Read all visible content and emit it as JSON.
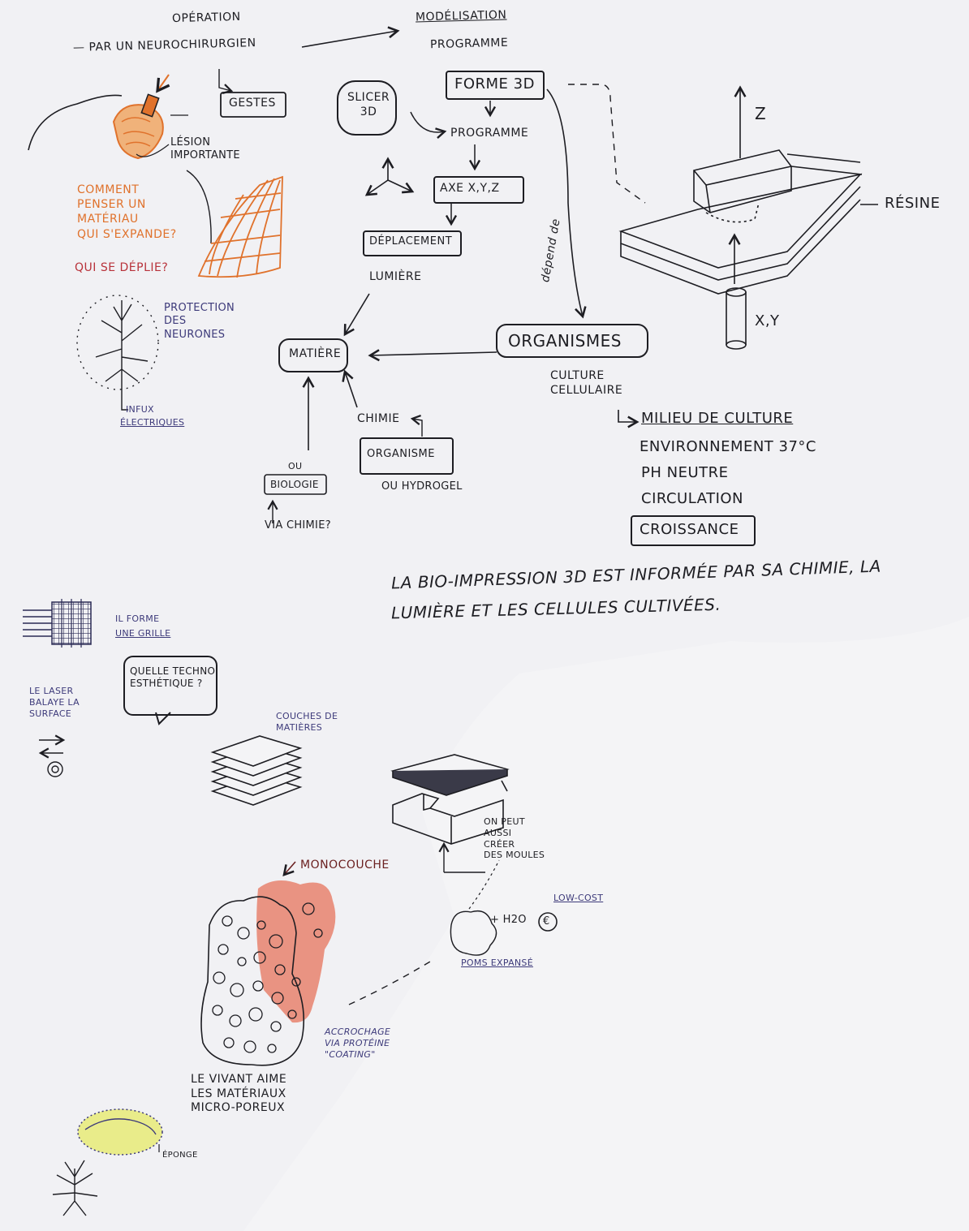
{
  "labels": {
    "operation": "OPÉRATION",
    "par_neuro": "— PAR UN NEUROCHIRURGIEN",
    "modelisation": "MODÉLISATION",
    "programme_top": "PROGRAMME",
    "gestes": "GESTES",
    "lesion": "LÉSION\nIMPORTANTE",
    "slicer": "SLICER\n3D",
    "forme3d": "FORME 3D",
    "programme": "PROGRAMME",
    "axe": "AXE X,Y,Z",
    "deplacement": "DÉPLACEMENT",
    "lumiere": "LUMIÈRE",
    "depend_de": "dépend de",
    "z": "Z",
    "resine": "RÉSINE",
    "xy": "X,Y",
    "comment": "COMMENT\nPENSER UN\nMATÉRIAU\nQUI S'EXPANDE?",
    "qui_deplie": "QUI SE DÉPLIE?",
    "protection": "PROTECTION\nDES\nNEURONES",
    "influx": "INFUX",
    "electriques": "ÉLECTRIQUES",
    "matiere": "MATIÈRE",
    "organismes": "ORGANISMES",
    "culture": "CULTURE\nCELLULAIRE",
    "milieu": "MILIEU DE CULTURE",
    "environnement": "ENVIRONNEMENT 37°C",
    "ph": "PH NEUTRE",
    "circulation": "CIRCULATION",
    "croissance": "CROISSANCE",
    "chimie": "CHIMIE",
    "organisme": "ORGANISME",
    "ou_hydrogel": "OU HYDROGEL",
    "ou": "OU",
    "biologie": "BIOLOGIE",
    "via_chimie": "VIA CHIMIE?",
    "statement_1": "LA BIO-IMPRESSION 3D EST INFORMÉE PAR SA CHIMIE, LA",
    "statement_2": "LUMIÈRE ET LES CELLULES CULTIVÉES.",
    "il_forme": "IL FORME",
    "une_grille": "UNE GRILLE",
    "quelle_techno": "QUELLE TECHNO\nESTHÉTIQUE ?",
    "laser": "LE LASER\nBALAYE LA\nSURFACE",
    "couches": "COUCHES DE\nMATIÈRES",
    "moules": "ON PEUT\nAUSSI\nCRÉER\nDES MOULES",
    "monocouche": "MONOCOUCHE",
    "lowcost": "LOW-COST",
    "h2o": "+ H2O",
    "euro": "€",
    "poms": "POMS EXPANSÉ",
    "accrochage": "ACCROCHAGE\nVIA PROTÉINE\n\"COATING\"",
    "vivant": "LE VIVANT AIME\nLES MATÉRIAUX\nMICRO-POREUX",
    "eponge": "ÉPONGE"
  },
  "colors": {
    "ink": "#1d1d22",
    "orange": "#e0722c",
    "red": "#b8323a",
    "salmon": "#e8826d",
    "yellow": "#e9ec8a",
    "purple": "#3d3a7a",
    "paper": "#f4f4f6"
  }
}
